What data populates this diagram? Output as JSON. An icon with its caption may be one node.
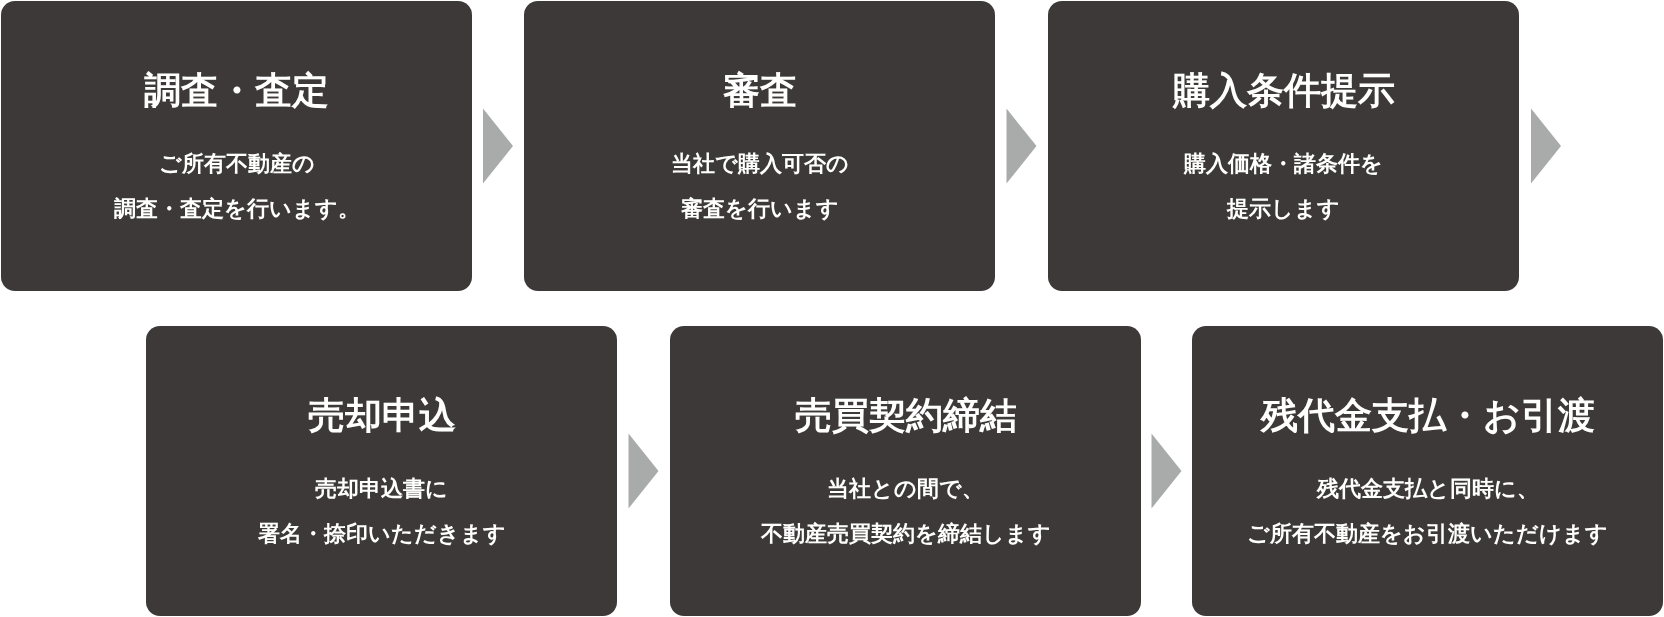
{
  "diagram": {
    "nodes": [
      {
        "text": [
          "調査・査定",
          "ご所有不動産の調査・査定を行います。"
        ]
      },
      {
        "text": [
          "審査",
          "当社で購入可否の審査を行います"
        ]
      },
      {
        "text": [
          "購入条件提示",
          "購入価格・諸条件を提示します"
        ]
      },
      {
        "text": [
          "売却申込",
          "売却申込書に署名・捺印いただきます"
        ]
      },
      {
        "text": [
          "売買契約締結",
          "当社との間で、不動産売買契約を締結します"
        ]
      },
      {
        "text": [
          "残代金支払・お引渡",
          "残代金支払と同時に、ご所有不動産をお引渡いただけます"
        ]
      }
    ],
    "edges": [
      {
        "from": 0,
        "to": 1,
        "arrow": "to"
      },
      {
        "from": 1,
        "to": 2,
        "arrow": "to"
      },
      {
        "from": 2,
        "to": null,
        "arrow": "to"
      },
      {
        "from": 3,
        "to": 4,
        "arrow": "to"
      },
      {
        "from": 4,
        "to": 5,
        "arrow": "to"
      }
    ]
  }
}
